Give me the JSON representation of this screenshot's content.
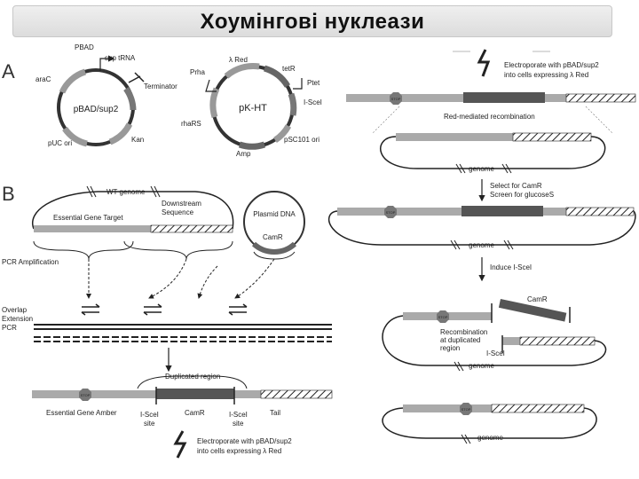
{
  "title": "Хоумінгові нуклеази",
  "panel_a": {
    "letter": "A",
    "plasmid1": {
      "name": "pBAD/sup2",
      "labels": [
        "PBAD",
        "sup tRNA",
        "Terminator",
        "araC",
        "pUC ori",
        "Kan"
      ]
    },
    "plasmid2": {
      "name": "pK-HT",
      "labels": [
        "λ Red",
        "tetR",
        "Ptet",
        "Prha",
        "I-SceI",
        "rhaRS",
        "Amp",
        "pSC101 ori"
      ]
    }
  },
  "panel_b": {
    "letter": "B",
    "wt_genome": "WT genome",
    "essential_target": "Essential Gene Target",
    "downstream": "Downstream Sequence",
    "plasmid_dna": "Plasmid DNA",
    "cam": "CamR",
    "pcr_amp": "PCR Amplification",
    "overlap": [
      "Overlap",
      "Extension",
      "PCR"
    ],
    "duplicated": "Duplicated region",
    "stop": "STOP",
    "essential_amber": "Essential Gene Amber",
    "isce_site": [
      "I-SceI",
      "site"
    ],
    "tail": "Tail",
    "electroporate": [
      "Electroporate with pBAD/sup2",
      "into cells expressing λ Red"
    ]
  },
  "right": {
    "step1": [
      "Electroporate with pBAD/sup2",
      "into cells expressing λ Red"
    ],
    "red_rec": "Red-mediated recombination",
    "genome": "genome",
    "select": [
      "Select for CamR",
      "Screen for glucoseS"
    ],
    "induce": "Induce I-SceI",
    "cam": "CamR",
    "recomb": [
      "Recombination",
      "at duplicated",
      "region"
    ],
    "isce": "I-SceI",
    "stop": "STOP"
  }
}
